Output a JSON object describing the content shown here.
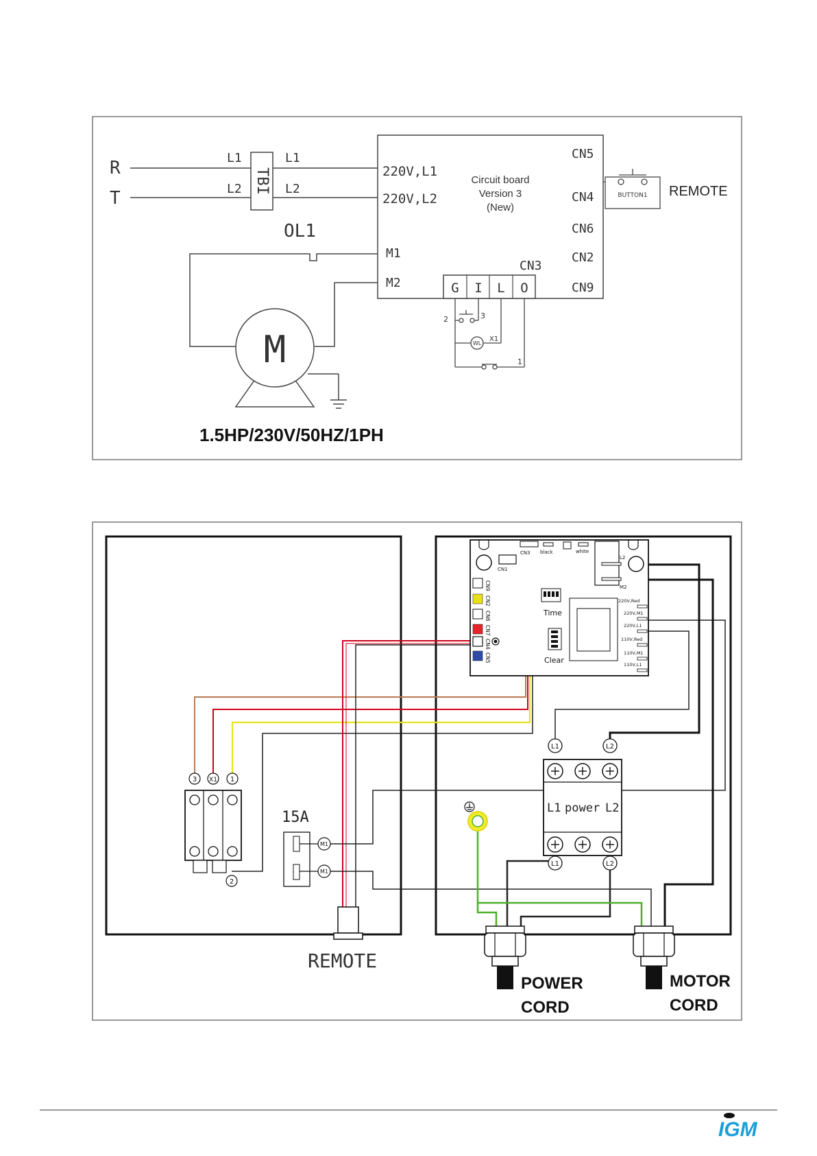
{
  "schematic": {
    "line_r": "R",
    "line_t": "T",
    "tb_label": "TBI",
    "tb_in_l1": "L1",
    "tb_in_l2": "L2",
    "tb_out_l1": "L1",
    "tb_out_l2": "L2",
    "overload": "OL1",
    "board_in_l1": "220V,L1",
    "board_in_l2": "220V,L2",
    "board_title_1": "Circuit board",
    "board_title_2": "Version 3",
    "board_title_3": "(New)",
    "m1": "M1",
    "m2": "M2",
    "cn5": "CN5",
    "cn4": "CN4",
    "cn6": "CN6",
    "cn2": "CN2",
    "cn9": "CN9",
    "cn3": "CN3",
    "cn3_terminals": [
      "G",
      "I",
      "L",
      "O"
    ],
    "button": "BUTTON1",
    "remote": "REMOTE",
    "switch_2": "2",
    "switch_3": "3",
    "lamp": "WL",
    "lamp_tag": "X1",
    "contact_1": "1",
    "motor": "M",
    "spec": "1.5HP/230V/50HZ/1PH"
  },
  "wiring": {
    "board": {
      "cn1": "CN1",
      "cn3": "CN3",
      "black": "black",
      "white": "white",
      "l2": "L2",
      "m2": "M2",
      "side_connectors": [
        "CN9",
        "CN2",
        "CN6",
        "CN7",
        "CN4",
        "CN5"
      ],
      "time": "Time",
      "clear": "Clear",
      "taps": [
        "220V,Red",
        "220V,M1",
        "220V,L1",
        "110V,Red",
        "110V,M1",
        "110V,L1"
      ]
    },
    "switch_labels": [
      "3",
      "X1",
      "1"
    ],
    "switch_bottom": "2",
    "breaker_rating": "15A",
    "breaker_terminal": "M1",
    "power_block": {
      "top_l1": "L1",
      "top_l2": "L2",
      "label_l1": "L1",
      "label_power": "power",
      "label_l2": "L2",
      "bottom_l1": "L1",
      "bottom_l2": "L2"
    },
    "remote": "REMOTE",
    "power_cord_1": "POWER",
    "power_cord_2": "CORD",
    "motor_cord_1": "MOTOR",
    "motor_cord_2": "CORD",
    "wire_colors": {
      "brown": "#b97a52",
      "red": "#d0021b",
      "yellow": "#e9e21a",
      "green": "#4caf2a",
      "black": "#000000"
    }
  },
  "footer": {
    "logo": "IGM",
    "logo_color": "#1a9fd8"
  }
}
